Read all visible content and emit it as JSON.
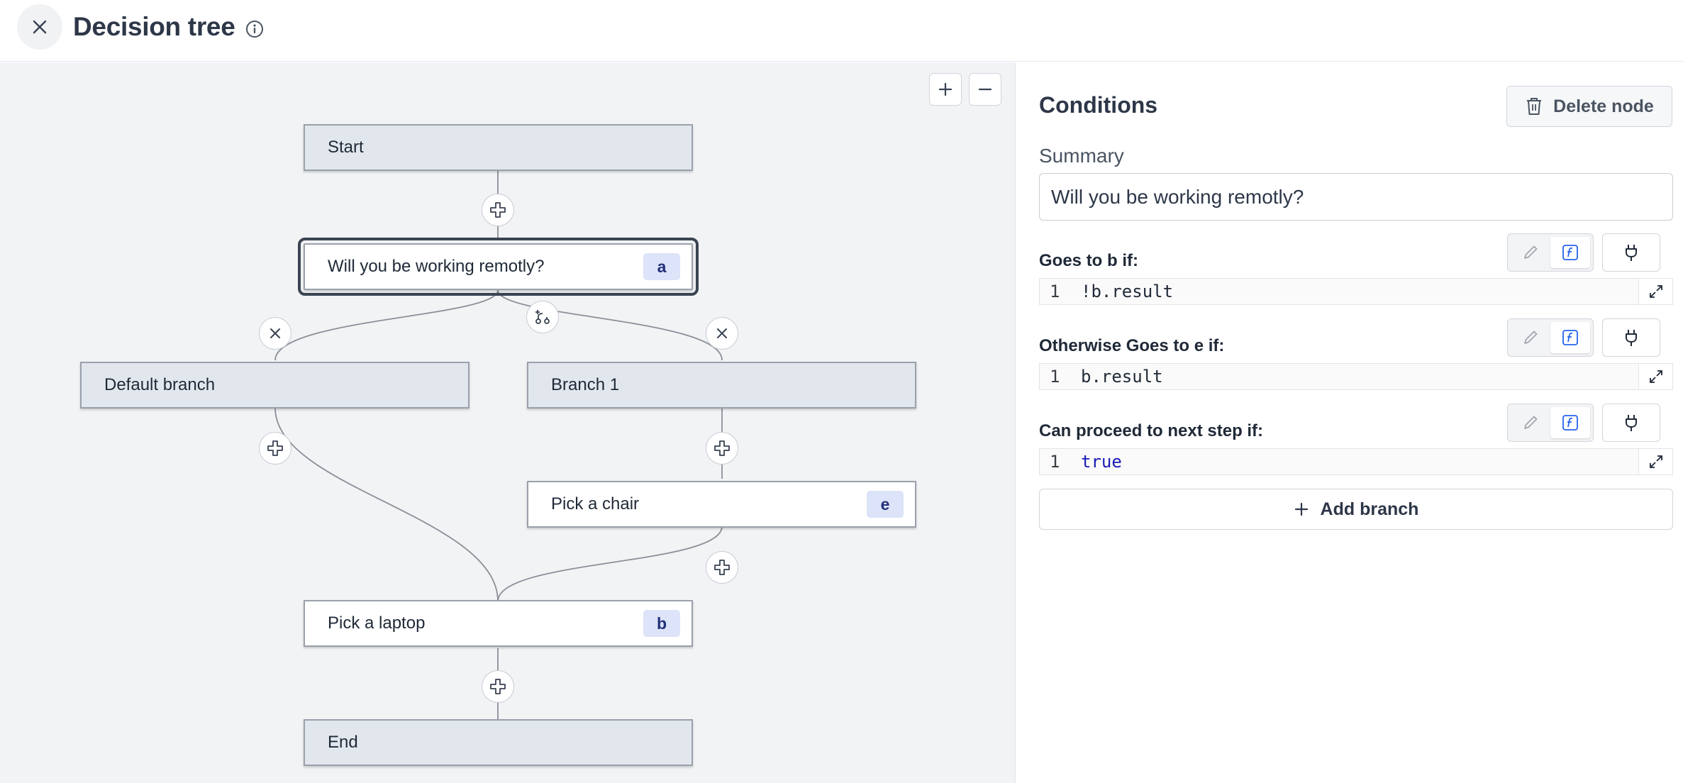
{
  "header": {
    "title": "Decision tree",
    "close_icon": "close-icon",
    "info_icon": "info-icon"
  },
  "canvas": {
    "zoom_in_icon": "plus-icon",
    "zoom_out_icon": "minus-icon",
    "nodes": {
      "start": {
        "label": "Start"
      },
      "question": {
        "label": "Will you be working remotly?",
        "badge": "a"
      },
      "default_branch": {
        "label": "Default branch"
      },
      "branch1": {
        "label": "Branch 1"
      },
      "chair": {
        "label": "Pick a chair",
        "badge": "e"
      },
      "laptop": {
        "label": "Pick a laptop",
        "badge": "b"
      },
      "end": {
        "label": "End"
      }
    }
  },
  "panel": {
    "title": "Conditions",
    "delete_label": "Delete node",
    "summary_label": "Summary",
    "summary_value": "Will you be working remotly?",
    "conditions": [
      {
        "label": "Goes to b if:",
        "line": "1",
        "code": "!b.result"
      },
      {
        "label": "Otherwise Goes to e if:",
        "line": "1",
        "code": "b.result"
      },
      {
        "label": "Can proceed to next step if:",
        "line": "1",
        "code": "true"
      }
    ],
    "add_branch_label": "Add branch"
  },
  "colors": {
    "canvas_bg": "#f2f3f5",
    "node_gray": "#e2e7ee",
    "badge_bg": "#dde3f8",
    "badge_text": "#22307a",
    "accent_blue": "#2563eb"
  }
}
